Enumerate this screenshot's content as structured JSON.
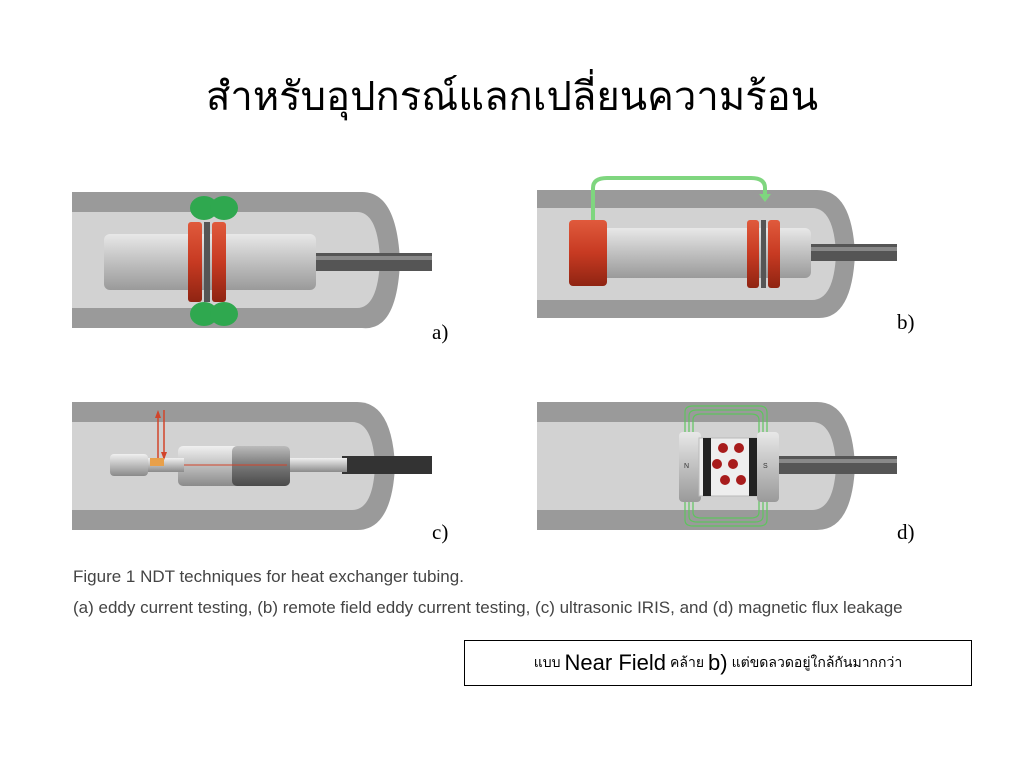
{
  "slide": {
    "title": "สำหรับอุปกรณ์แลกเปลี่ยนความร้อน"
  },
  "figures": {
    "a_label": "a)",
    "b_label": "b)",
    "c_label": "c)",
    "d_label": "d)",
    "d_north": "N",
    "d_south": "S"
  },
  "caption": {
    "line1": "Figure 1 NDT techniques for heat exchanger tubing.",
    "line2": "(a) eddy current testing, (b) remote field eddy current testing, (c) ultrasonic IRIS, and (d) magnetic flux leakage"
  },
  "note": {
    "part1": "แบบ",
    "part2": "Near Field",
    "part3": "คล้าย",
    "part4": "b)",
    "part5": "แต่ขดลวดอยู่ใกล้กันมากกว่า"
  },
  "colors": {
    "tube_wall": "#9a9a9a",
    "tube_bore": "#d4d4d4",
    "coil_red": "#d2442a",
    "field_green": "#2fa84f",
    "cable": "#555555"
  }
}
